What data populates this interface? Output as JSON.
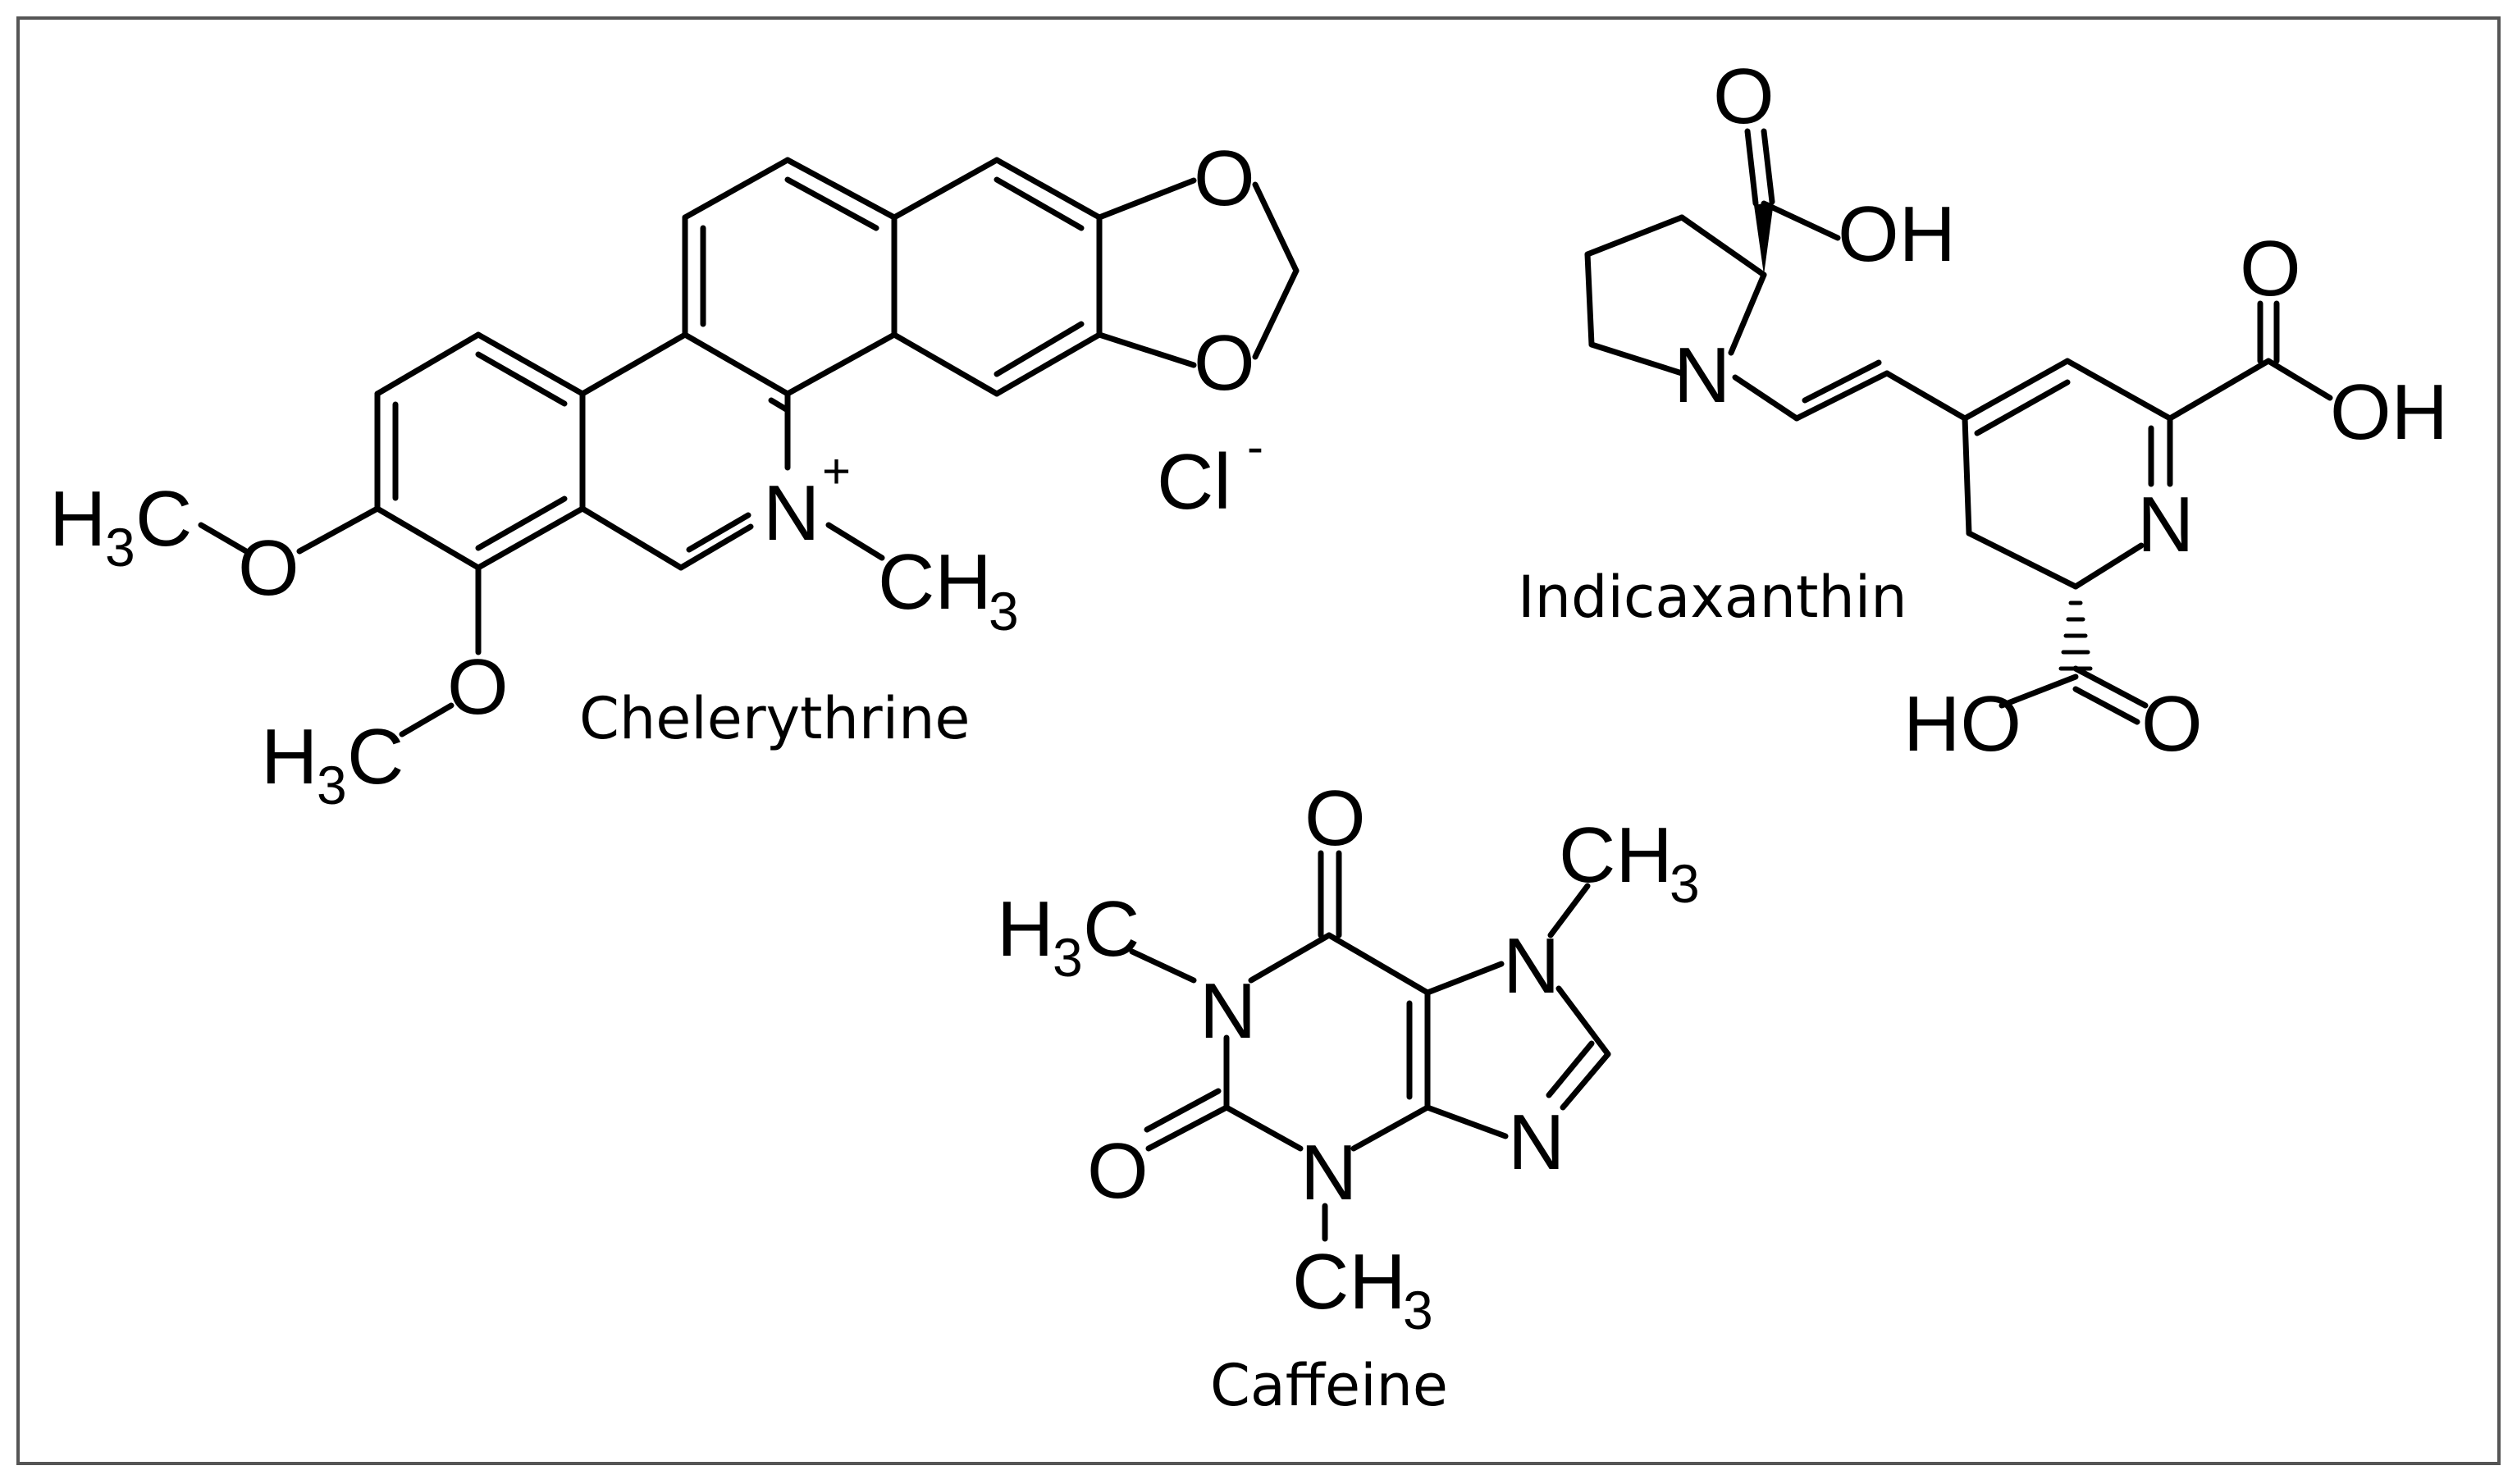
{
  "figure": {
    "border_color": "#555555",
    "molecules": [
      {
        "id": "chelerythrine",
        "name": "Chelerythrine",
        "counter_ion": {
          "symbol": "Cl",
          "charge": "-"
        },
        "labels": {
          "ring_o1": "O",
          "ring_o2": "O",
          "n_plus": "N",
          "n_charge": "+",
          "n_methyl_ch": "CH",
          "n_methyl_sub": "3",
          "ome1_o": "O",
          "ome1_h": "H",
          "ome1_sub": "3",
          "ome1_c": "C",
          "ome2_o": "O",
          "ome2_h": "H",
          "ome2_sub": "3",
          "ome2_c": "C"
        }
      },
      {
        "id": "indicaxanthin",
        "name": "Indicaxanthin",
        "labels": {
          "cooh1_o": "O",
          "cooh1_oh": "OH",
          "n_pyrrolidine": "N",
          "cooh2_o": "O",
          "cooh2_oh": "OH",
          "n_ring": "N",
          "cooh3_ho": "HO",
          "cooh3_o": "O"
        }
      },
      {
        "id": "caffeine",
        "name": "Caffeine",
        "labels": {
          "c6_o": "O",
          "n7_ch": "CH",
          "n7_sub": "3",
          "n1_h": "H",
          "n1_sub": "3",
          "n1_c": "C",
          "n1": "N",
          "n7": "N",
          "c2_o": "O",
          "n3": "N",
          "n9": "N",
          "n3_ch": "CH",
          "n3_sub": "3"
        }
      }
    ]
  }
}
